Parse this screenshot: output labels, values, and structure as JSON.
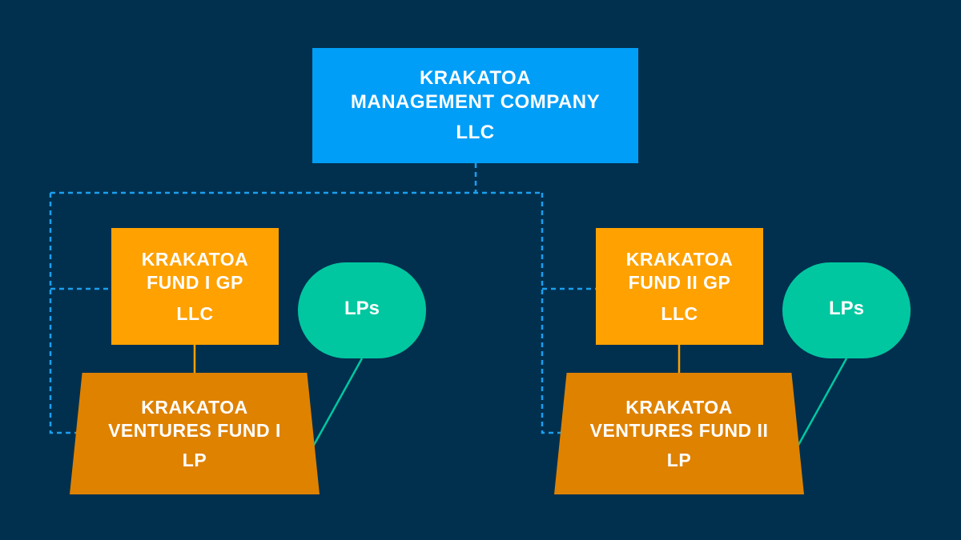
{
  "colors": {
    "background": "#01304f",
    "management": "#019ef7",
    "gp": "#ffa100",
    "fund": "#df8200",
    "lps": "#01c7a0",
    "dotted_line": "#1aa0f0",
    "gp_link": "#ffa100",
    "lp_link": "#01c7a0"
  },
  "management": {
    "line1": "KRAKATOA",
    "line2": "MANAGEMENT COMPANY",
    "suffix": "LLC"
  },
  "gp1": {
    "line1": "KRAKATOA",
    "line2": "FUND I GP",
    "suffix": "LLC"
  },
  "gp2": {
    "line1": "KRAKATOA",
    "line2": "FUND II GP",
    "suffix": "LLC"
  },
  "fund1": {
    "line1": "KRAKATOA",
    "line2": "VENTURES FUND I",
    "suffix": "LP"
  },
  "fund2": {
    "line1": "KRAKATOA",
    "line2": "VENTURES FUND II",
    "suffix": "LP"
  },
  "lps1": {
    "label": "LPs"
  },
  "lps2": {
    "label": "LPs"
  }
}
